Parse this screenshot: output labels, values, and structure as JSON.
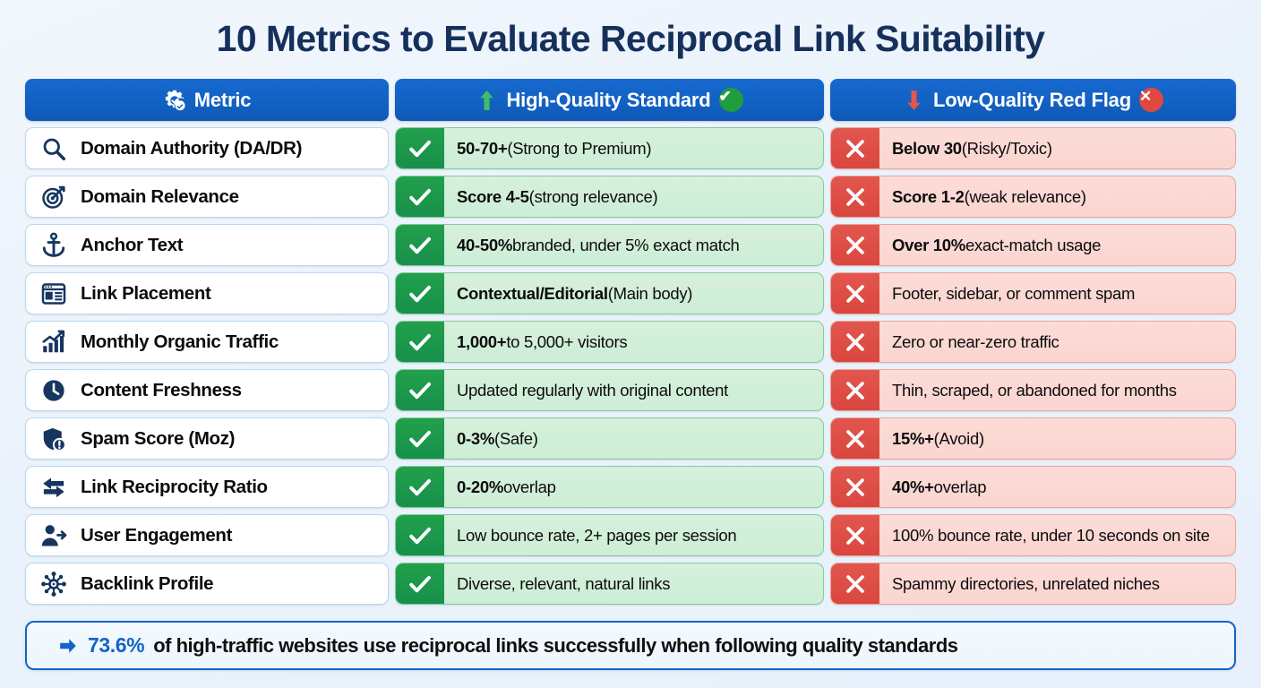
{
  "page": {
    "title": "10 Metrics to Evaluate Reciprocal Link Suitability",
    "background_color": "#eef4fc",
    "title_color": "#16305c",
    "accent_blue": "#1464c7",
    "good_green": "#17904b",
    "bad_red": "#d9463f"
  },
  "headers": {
    "metric": {
      "label": "Metric",
      "icon": "gear-check-icon"
    },
    "good": {
      "label": "High-Quality Standard",
      "icon": "up-arrow-icon",
      "badge": "check-circle-icon",
      "badge_glyph": "✔"
    },
    "bad": {
      "label": "Low-Quality Red Flag",
      "icon": "down-arrow-icon",
      "badge": "x-circle-icon",
      "badge_glyph": "✕"
    }
  },
  "rows": [
    {
      "icon": "magnifier-icon",
      "metric": "Domain Authority (DA/DR)",
      "good_bold": "50-70+",
      "good_rest": " (Strong to Premium)",
      "bad_bold": "Below 30",
      "bad_rest": " (Risky/Toxic)"
    },
    {
      "icon": "target-icon",
      "metric": "Domain Relevance",
      "good_bold": "Score 4-5",
      "good_rest": " (strong relevance)",
      "bad_bold": "Score 1-2",
      "bad_rest": " (weak relevance)"
    },
    {
      "icon": "anchor-icon",
      "metric": "Anchor Text",
      "good_bold": "40-50%",
      "good_rest": " branded, under 5% exact match",
      "bad_bold": "Over 10%",
      "bad_rest": " exact-match usage"
    },
    {
      "icon": "article-layout-icon",
      "metric": "Link Placement",
      "good_bold": "Contextual/Editorial",
      "good_rest": " (Main body)",
      "bad_bold": "",
      "bad_rest": "Footer, sidebar, or comment spam"
    },
    {
      "icon": "growth-chart-icon",
      "metric": "Monthly Organic Traffic",
      "good_bold": "1,000+",
      "good_rest": " to 5,000+ visitors",
      "bad_bold": "",
      "bad_rest": "Zero or near-zero traffic"
    },
    {
      "icon": "clock-icon",
      "metric": "Content Freshness",
      "good_bold": "",
      "good_rest": "Updated regularly with original content",
      "bad_bold": "",
      "bad_rest": "Thin, scraped, or abandoned for months"
    },
    {
      "icon": "shield-alert-icon",
      "metric": "Spam Score (Moz)",
      "good_bold": "0-3%",
      "good_rest": " (Safe)",
      "bad_bold": "15%+",
      "bad_rest": " (Avoid)"
    },
    {
      "icon": "exchange-arrows-icon",
      "metric": "Link Reciprocity Ratio",
      "good_bold": "0-20%",
      "good_rest": " overlap",
      "bad_bold": "40%+",
      "bad_rest": " overlap"
    },
    {
      "icon": "user-arrow-icon",
      "metric": "User Engagement",
      "good_bold": "",
      "good_rest": "Low bounce rate, 2+ pages per session",
      "bad_bold": "",
      "bad_rest": "100% bounce rate, under 10 seconds on site"
    },
    {
      "icon": "network-node-icon",
      "metric": "Backlink Profile",
      "good_bold": "",
      "good_rest": "Diverse, relevant, natural links",
      "bad_bold": "",
      "bad_rest": "Spammy directories, unrelated niches"
    }
  ],
  "footer": {
    "icon": "right-arrow-icon",
    "percent": "73.6%",
    "text": "of high-traffic websites use reciprocal links successfully when following quality standards"
  }
}
